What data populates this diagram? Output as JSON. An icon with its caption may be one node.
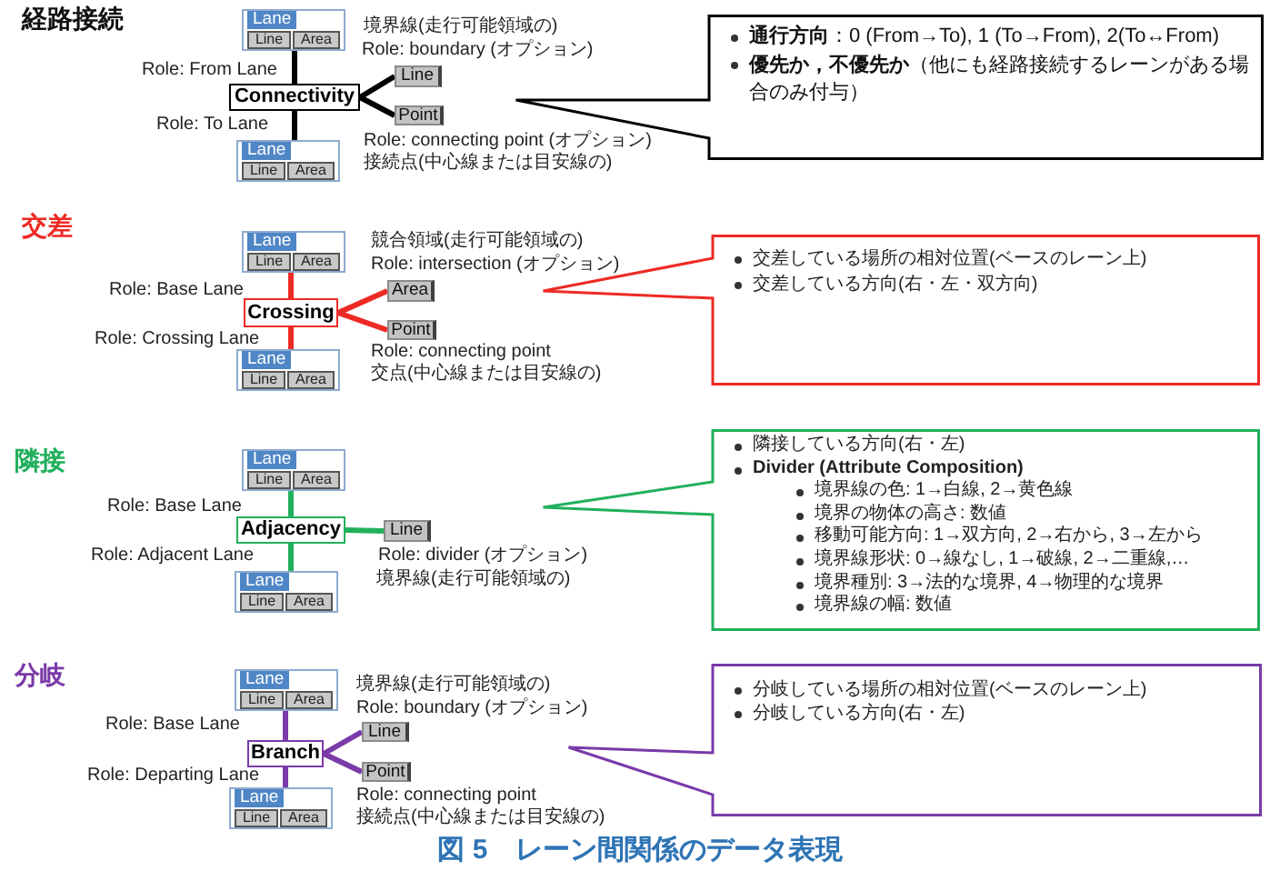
{
  "diagram": {
    "caption": "図 5　レーン間関係のデータ表現",
    "nodes": [
      {
        "text": [
          "Lane"
        ]
      },
      {
        "text": [
          "Line"
        ],
        "in": 0
      },
      {
        "text": [
          "Area"
        ],
        "in": 0
      },
      {
        "text": [
          "Connectivity"
        ]
      },
      {
        "text": [
          "Lane"
        ]
      },
      {
        "text": [
          "Line"
        ],
        "in": 4
      },
      {
        "text": [
          "Area"
        ],
        "in": 4
      },
      {
        "text": [
          "Line"
        ],
        "beside": [
          "境界線(走行可能領域の)",
          "Role: boundary (オプション)"
        ]
      },
      {
        "text": [
          "Point"
        ],
        "beside": [
          "Role: connecting point (オプション)",
          "接続点(中心線または目安線の)"
        ]
      },
      {
        "text": [
          "**通行方向**：0 (From→To), 1 (To→From), 2(To↔From)",
          "**優先か，不優先か**（他にも経路接続するレーンがある場合のみ付与）"
        ]
      },
      {
        "text": [
          "Lane"
        ]
      },
      {
        "text": [
          "Line"
        ],
        "in": 10
      },
      {
        "text": [
          "Area"
        ],
        "in": 10
      },
      {
        "text": [
          "Crossing"
        ]
      },
      {
        "text": [
          "Lane"
        ]
      },
      {
        "text": [
          "Line"
        ],
        "in": 14
      },
      {
        "text": [
          "Area"
        ],
        "in": 14
      },
      {
        "text": [
          "Area"
        ],
        "beside": [
          "競合領域(走行可能領域の)",
          "Role: intersection (オプション)"
        ]
      },
      {
        "text": [
          "Point"
        ],
        "beside": [
          "Role: connecting point",
          "交点(中心線または目安線の)"
        ]
      },
      {
        "text": [
          "交差している場所の相対位置(ベースのレーン上)",
          "交差している方向(右・左・双方向)"
        ]
      },
      {
        "text": [
          "Lane"
        ]
      },
      {
        "text": [
          "Line"
        ],
        "in": 20
      },
      {
        "text": [
          "Area"
        ],
        "in": 20
      },
      {
        "text": [
          "Adjacency"
        ]
      },
      {
        "text": [
          "Lane"
        ]
      },
      {
        "text": [
          "Line"
        ],
        "in": 24
      },
      {
        "text": [
          "Area"
        ],
        "in": 24
      },
      {
        "text": [
          "Line"
        ],
        "beside": [
          "Role: divider (オプション)",
          "境界線(走行可能領域の)"
        ]
      },
      {
        "text": [
          "隣接している方向(右・左)",
          "Divider (Attribute Composition)",
          "境界線の色: 1→白線, 2→黄色線",
          "境界の物体の高さ: 数値",
          "移動可能方向: 1→双方向, 2→右から, 3→左から",
          "境界線形状: 0→線なし, 1→破線, 2→二重線,…",
          "境界種別: 3→法的な境界, 4→物理的な境界",
          "境界線の幅: 数値"
        ]
      },
      {
        "text": [
          "Lane"
        ]
      },
      {
        "text": [
          "Line"
        ],
        "in": 29
      },
      {
        "text": [
          "Area"
        ],
        "in": 29
      },
      {
        "text": [
          "Branch"
        ]
      },
      {
        "text": [
          "Lane"
        ]
      },
      {
        "text": [
          "Line"
        ],
        "in": 33
      },
      {
        "text": [
          "Area"
        ],
        "in": 33
      },
      {
        "text": [
          "Line"
        ],
        "beside": [
          "境界線(走行可能領域の)",
          "Role: boundary (オプション)"
        ]
      },
      {
        "text": [
          "Point"
        ],
        "beside": [
          "Role: connecting point",
          "接続点(中心線または目安線の)"
        ]
      },
      {
        "text": [
          "分岐している場所の相対位置(ベースのレーン上)",
          "分岐している方向(右・左)"
        ]
      }
    ],
    "edges": [
      {
        "from": 0,
        "to": 3,
        "arrow": "none",
        "label": "Role: From Lane"
      },
      {
        "from": 3,
        "to": 4,
        "arrow": "none",
        "label": "Role: To Lane"
      },
      {
        "from": 3,
        "to": 7,
        "arrow": "none"
      },
      {
        "from": 3,
        "to": 8,
        "arrow": "none"
      },
      {
        "from": 10,
        "to": 13,
        "arrow": "none",
        "label": "Role: Base Lane",
        "color": "#ee2a24"
      },
      {
        "from": 13,
        "to": 14,
        "arrow": "none",
        "label": "Role: Crossing Lane",
        "color": "#ee2a24"
      },
      {
        "from": 13,
        "to": 17,
        "arrow": "none",
        "color": "#ee2a24"
      },
      {
        "from": 13,
        "to": 18,
        "arrow": "none",
        "color": "#ee2a24"
      },
      {
        "from": 20,
        "to": 23,
        "arrow": "none",
        "label": "Role: Base Lane",
        "color": "#21b05c"
      },
      {
        "from": 23,
        "to": 24,
        "arrow": "none",
        "label": "Role: Adjacent Lane",
        "color": "#21b05c"
      },
      {
        "from": 23,
        "to": 27,
        "arrow": "none",
        "color": "#21b05c"
      },
      {
        "from": 29,
        "to": 32,
        "arrow": "none",
        "label": "Role: Base Lane",
        "color": "#7a3aa8"
      },
      {
        "from": 32,
        "to": 33,
        "arrow": "none",
        "label": "Role: Departing Lane",
        "color": "#7a3aa8"
      },
      {
        "from": 32,
        "to": 36,
        "arrow": "none",
        "color": "#7a3aa8"
      },
      {
        "from": 32,
        "to": 37,
        "arrow": "none",
        "color": "#7a3aa8"
      }
    ],
    "labels": [
      "経路接続",
      "交差",
      "隣接",
      "分岐"
    ]
  }
}
